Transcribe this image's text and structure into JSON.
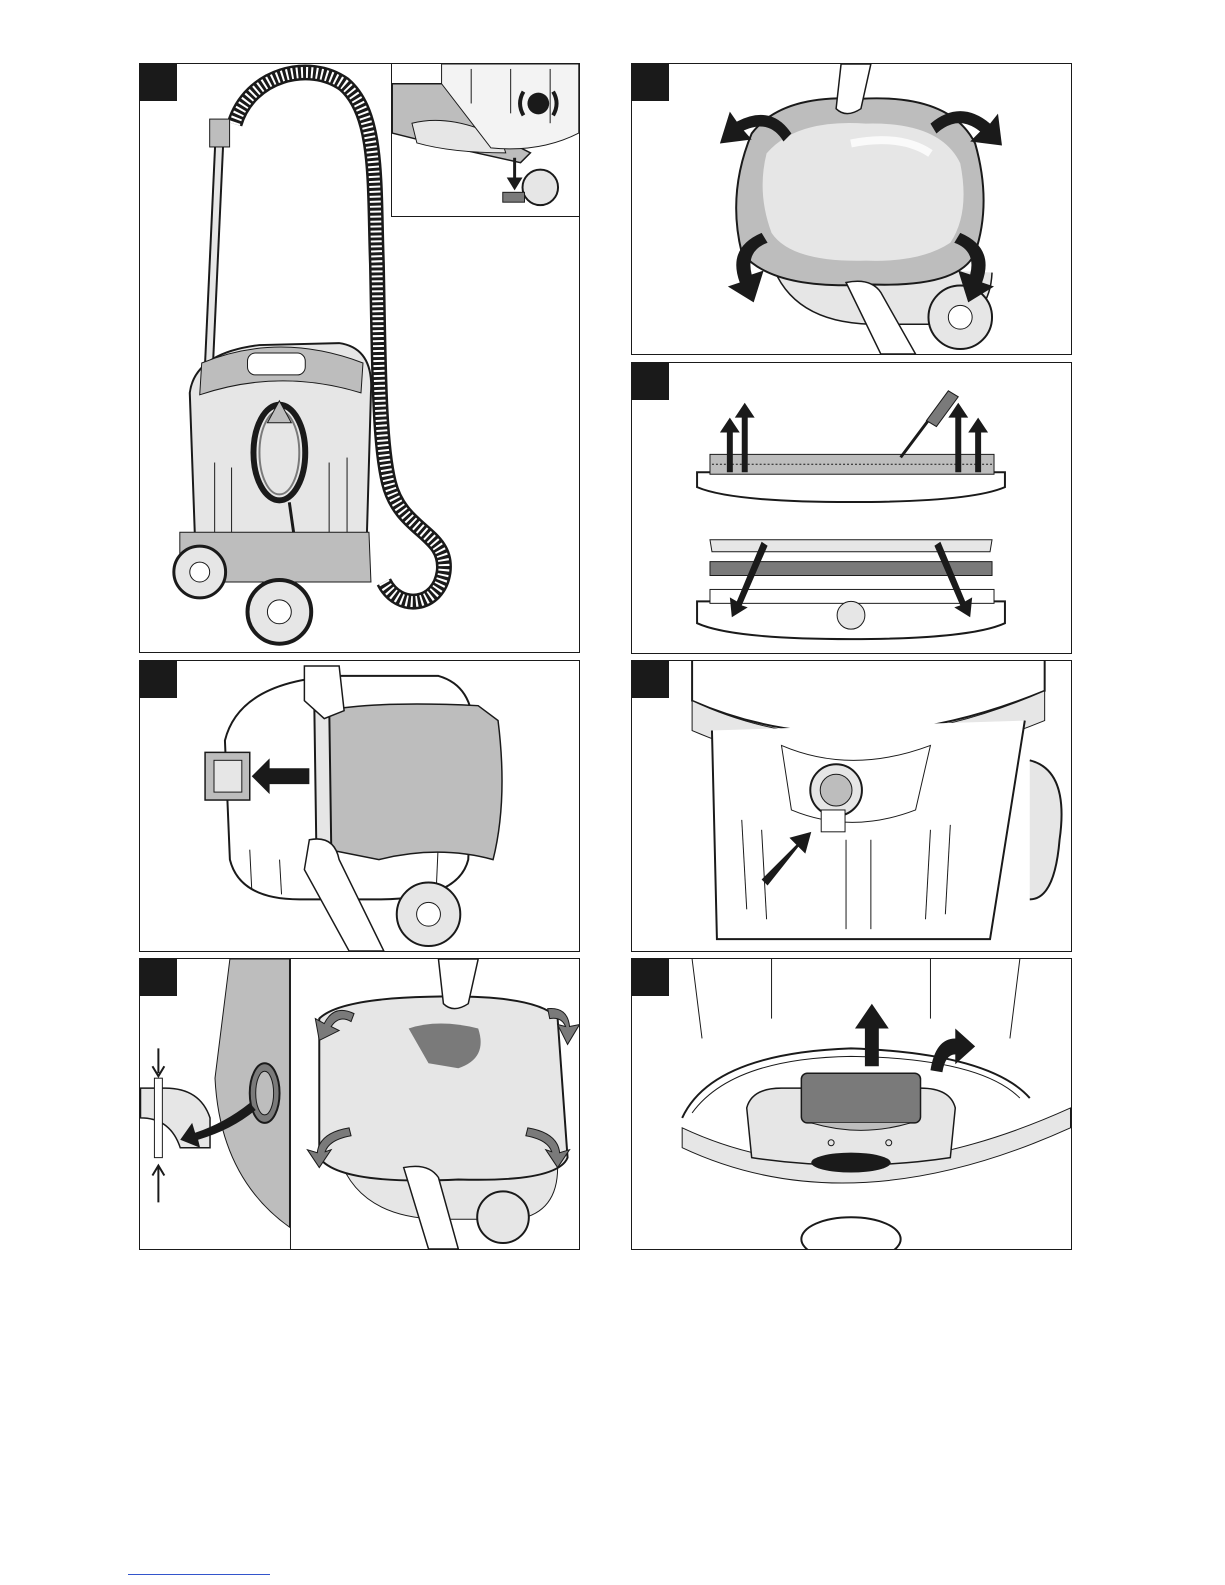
{
  "page": {
    "panels": [
      {
        "id": "vacuum-overview",
        "badge_text": ""
      },
      {
        "id": "foot-pedal-inset",
        "badge_text": ""
      },
      {
        "id": "filter-bag-stretch",
        "badge_text": ""
      },
      {
        "id": "filter-removal",
        "badge_text": ""
      },
      {
        "id": "bag-insert",
        "badge_text": ""
      },
      {
        "id": "inlet-latch",
        "badge_text": ""
      },
      {
        "id": "bag-seal-fit",
        "badge_text": ""
      },
      {
        "id": "filter-lift",
        "badge_text": ""
      }
    ],
    "colors": {
      "ink": "#1a1a1a",
      "fill_light": "#e6e6e6",
      "fill_mid": "#bdbdbd",
      "fill_dark": "#7a7a7a",
      "footnote_rule": "#3355cc"
    }
  }
}
